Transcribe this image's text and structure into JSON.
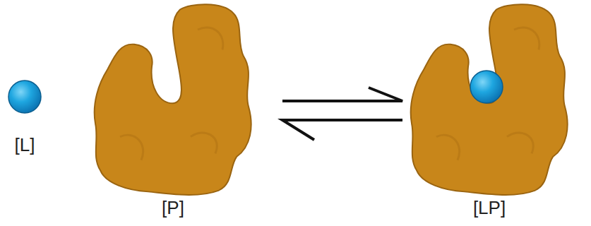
{
  "diagram": {
    "nodes": [
      {
        "text": [
          "[L]"
        ]
      },
      {
        "text": [
          "[P]"
        ]
      },
      {
        "text": [
          "[LP]"
        ]
      }
    ],
    "edges": [
      {
        "from": 1,
        "to": 2,
        "arrow": "both"
      }
    ]
  }
}
